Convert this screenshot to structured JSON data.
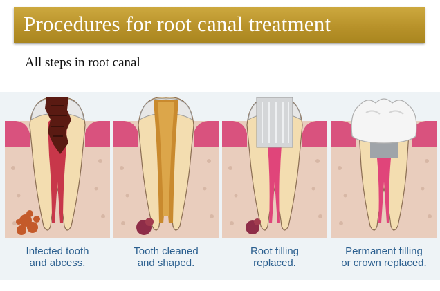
{
  "header": {
    "title": "Procedures for root canal treatment"
  },
  "subtitle": "All steps in root canal",
  "steps": [
    {
      "line1": "Infected tooth",
      "line2": "and abcess."
    },
    {
      "line1": "Tooth cleaned",
      "line2": "and shaped."
    },
    {
      "line1": "Root filling",
      "line2": "replaced."
    },
    {
      "line1": "Permanent filling",
      "line2": "or crown replaced."
    }
  ],
  "colors": {
    "banner": "#b8922a",
    "caption": "#2b5f8f",
    "gum": "#d9527e",
    "bone": "#e9cdbd",
    "dentin": "#f3ddb0",
    "enamel": "#e7e7e7",
    "decay": "#5a1a12",
    "abscess": "#a23c4f",
    "root_filling": "#e0457a",
    "crown": "#c9cdd2"
  }
}
